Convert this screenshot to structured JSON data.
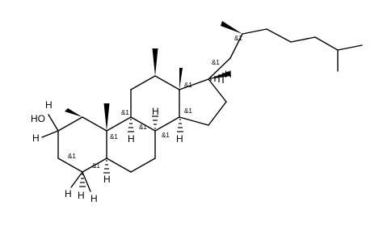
{
  "molecule": {
    "type": "skeletal-structure",
    "atoms": {
      "oh": "HO",
      "h": "H"
    },
    "stereo_label": "&1"
  },
  "colors": {
    "bond": "#000000",
    "text": "#000000",
    "background": "#ffffff"
  }
}
